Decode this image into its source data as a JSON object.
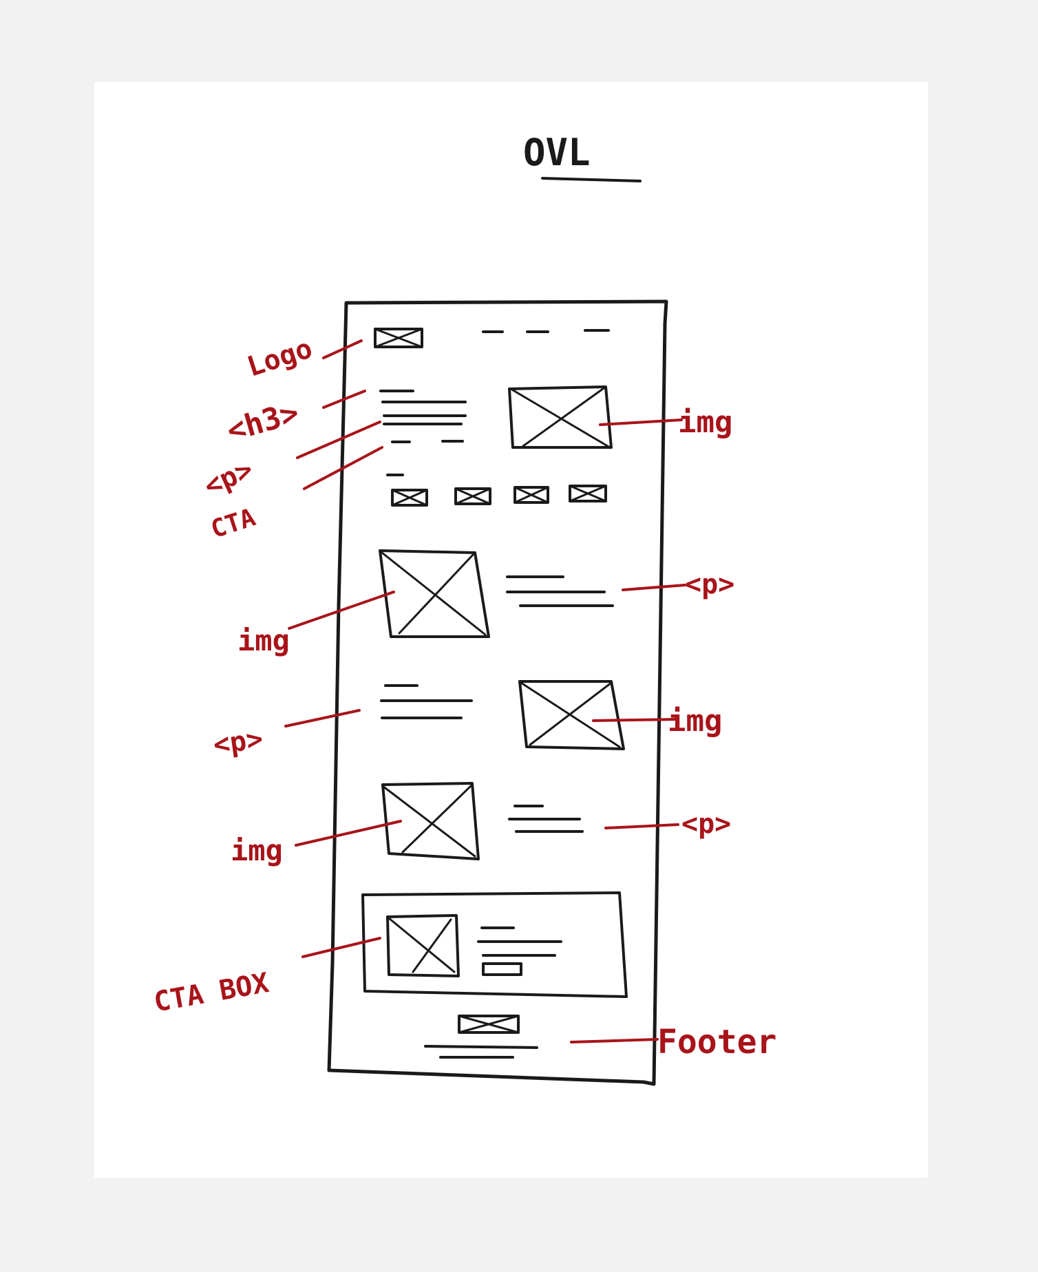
{
  "title": "OVL",
  "annotations": {
    "logo": "Logo",
    "h3": "<h3>",
    "p_hero": "<p>",
    "cta": "CTA",
    "img_hero": "img",
    "p_section1": "<p>",
    "img_section1": "img",
    "p_section2": "<p>",
    "img_section2": "img",
    "img_section3": "img",
    "p_section3": "<p>",
    "cta_box": "CTA BOX",
    "footer": "Footer"
  },
  "colors": {
    "ink": "#1a1a1a",
    "annotation": "#a8141a",
    "paper": "#ffffff",
    "background": "#f2f2f2"
  }
}
